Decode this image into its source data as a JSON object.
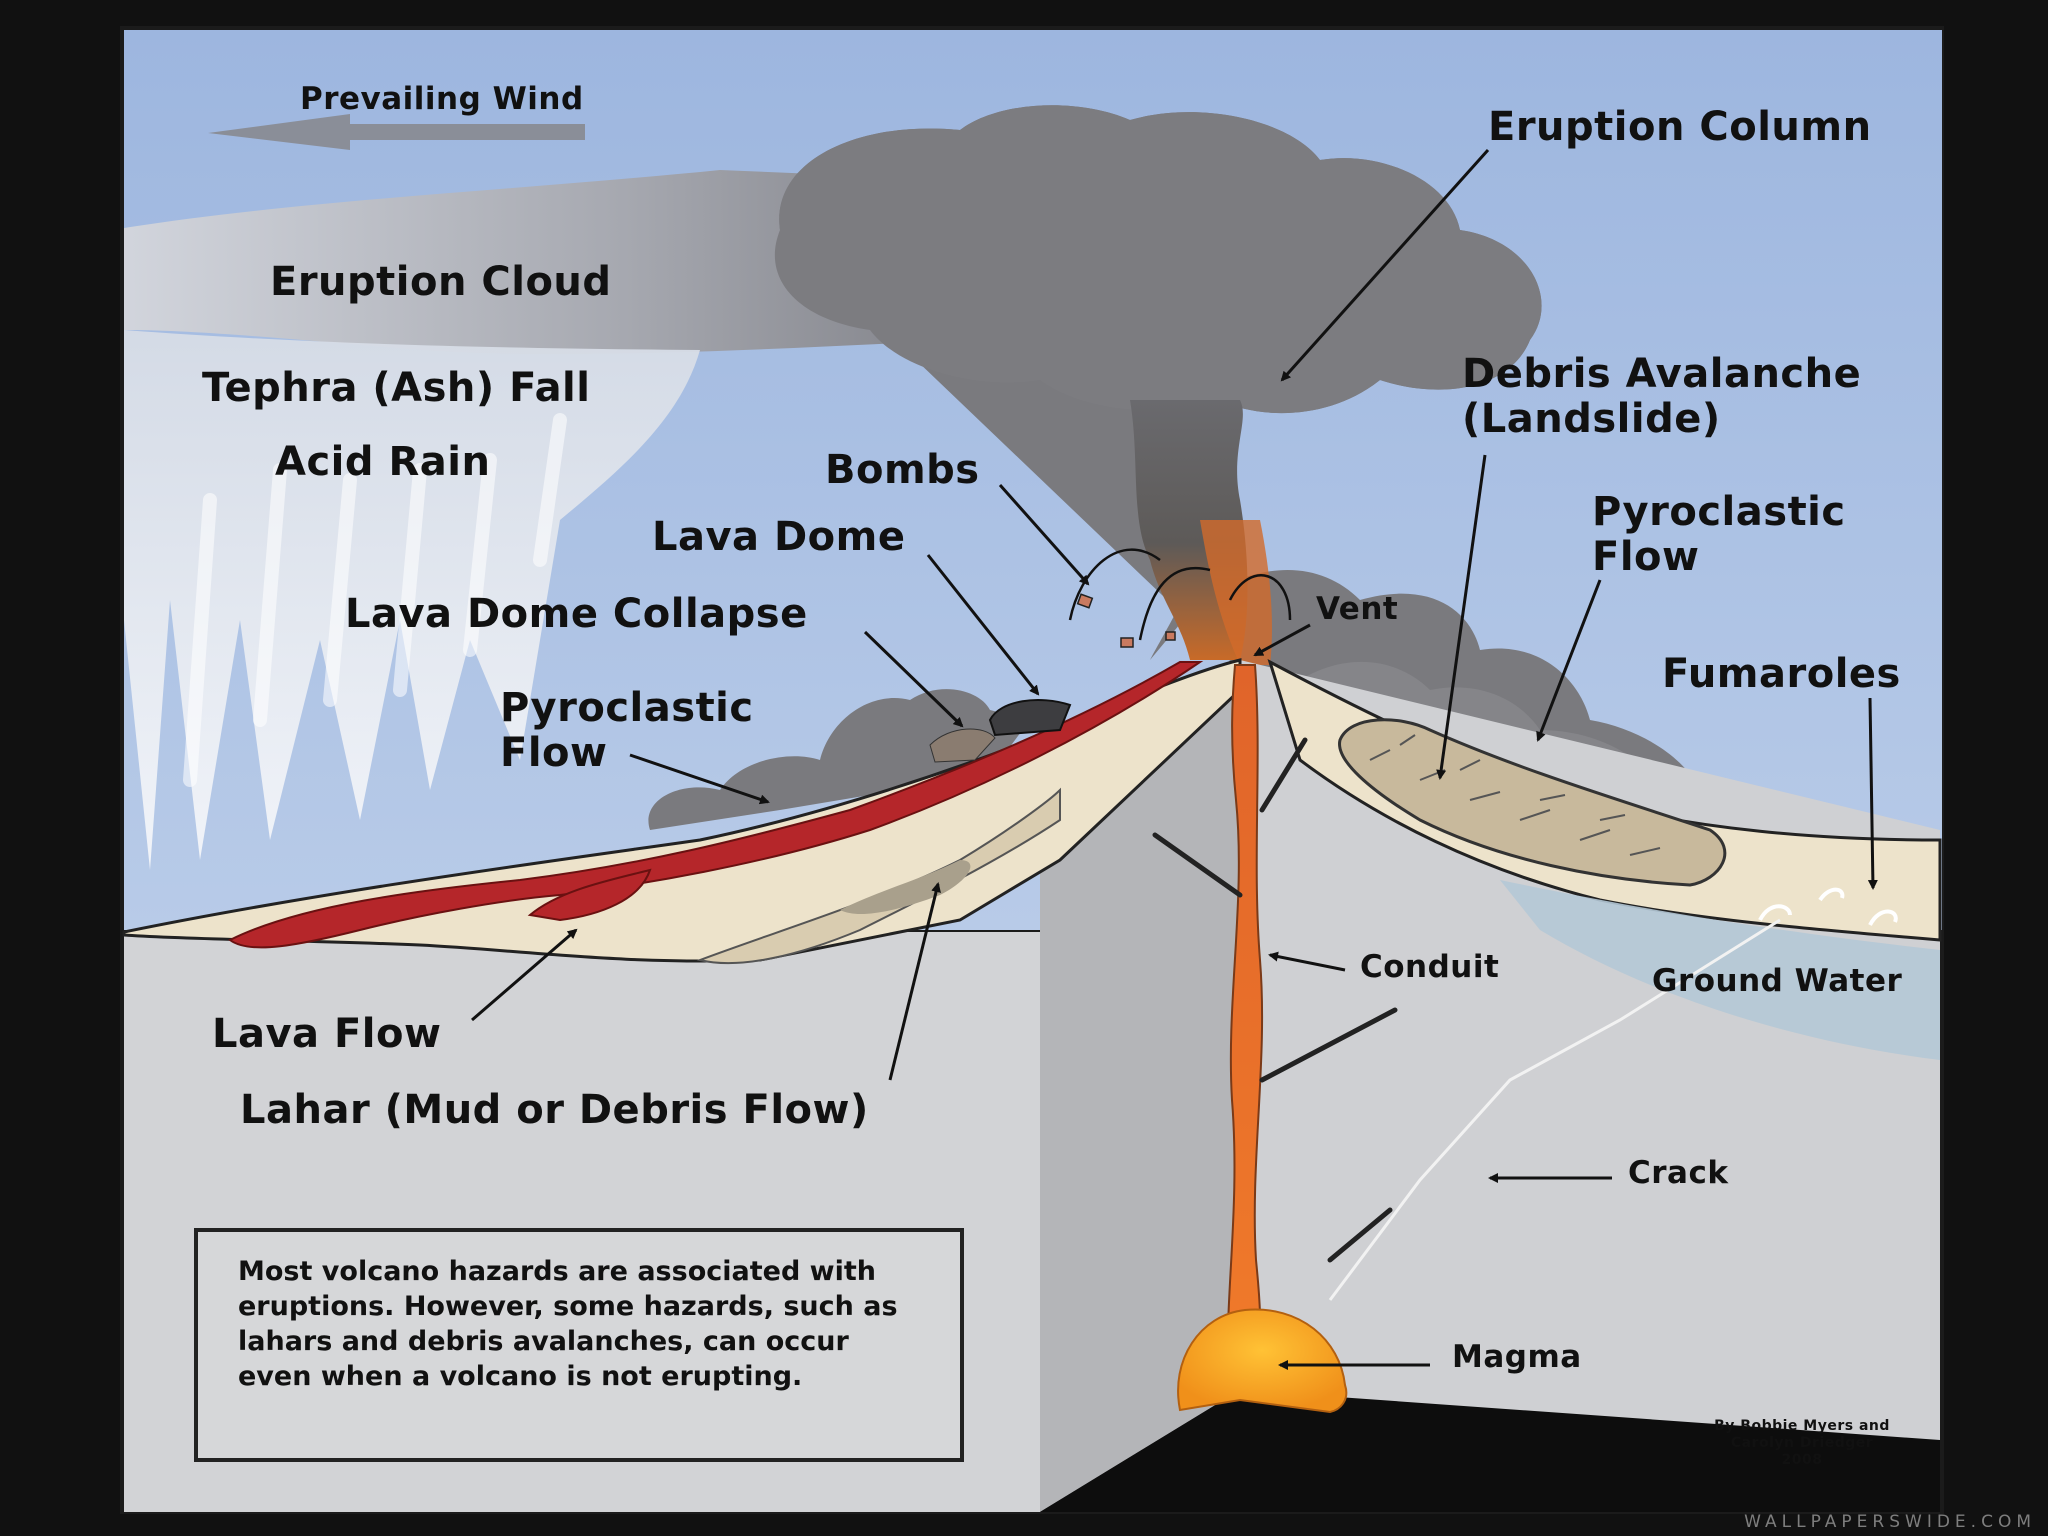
{
  "labels": {
    "prevailing_wind": "Prevailing Wind",
    "eruption_column": "Eruption Column",
    "eruption_cloud": "Eruption Cloud",
    "tephra_fall": "Tephra (Ash) Fall",
    "acid_rain": "Acid Rain",
    "bombs": "Bombs",
    "lava_dome": "Lava Dome",
    "lava_dome_collapse": "Lava Dome Collapse",
    "pyroclastic_flow_left": "Pyroclastic Flow",
    "debris_avalanche": "Debris Avalanche (Landslide)",
    "pyroclastic_flow_right": "Pyroclastic Flow",
    "vent": "Vent",
    "fumaroles": "Fumaroles",
    "conduit": "Conduit",
    "ground_water": "Ground Water",
    "lava_flow": "Lava Flow",
    "lahar": "Lahar (Mud or Debris Flow)",
    "crack": "Crack",
    "magma": "Magma"
  },
  "note": "Most volcano hazards are associated with eruptions.  However, some hazards, such as lahars and debris avalanches, can occur even when a volcano is not erupting.",
  "credit": {
    "line1": "By Bobbie Myers and",
    "line2": "Carolyn Driedger",
    "line3": "2008"
  },
  "watermark": "WALLPAPERSWIDE.COM",
  "colors": {
    "sky": "#a9bfe2",
    "cloud": "#7c7c80",
    "ground_section": "#c9cacc",
    "slope_surface": "#ede3cb",
    "lava": "#b5262a",
    "magma": "#f39a1e",
    "ground_water": "#b4c8d6"
  }
}
